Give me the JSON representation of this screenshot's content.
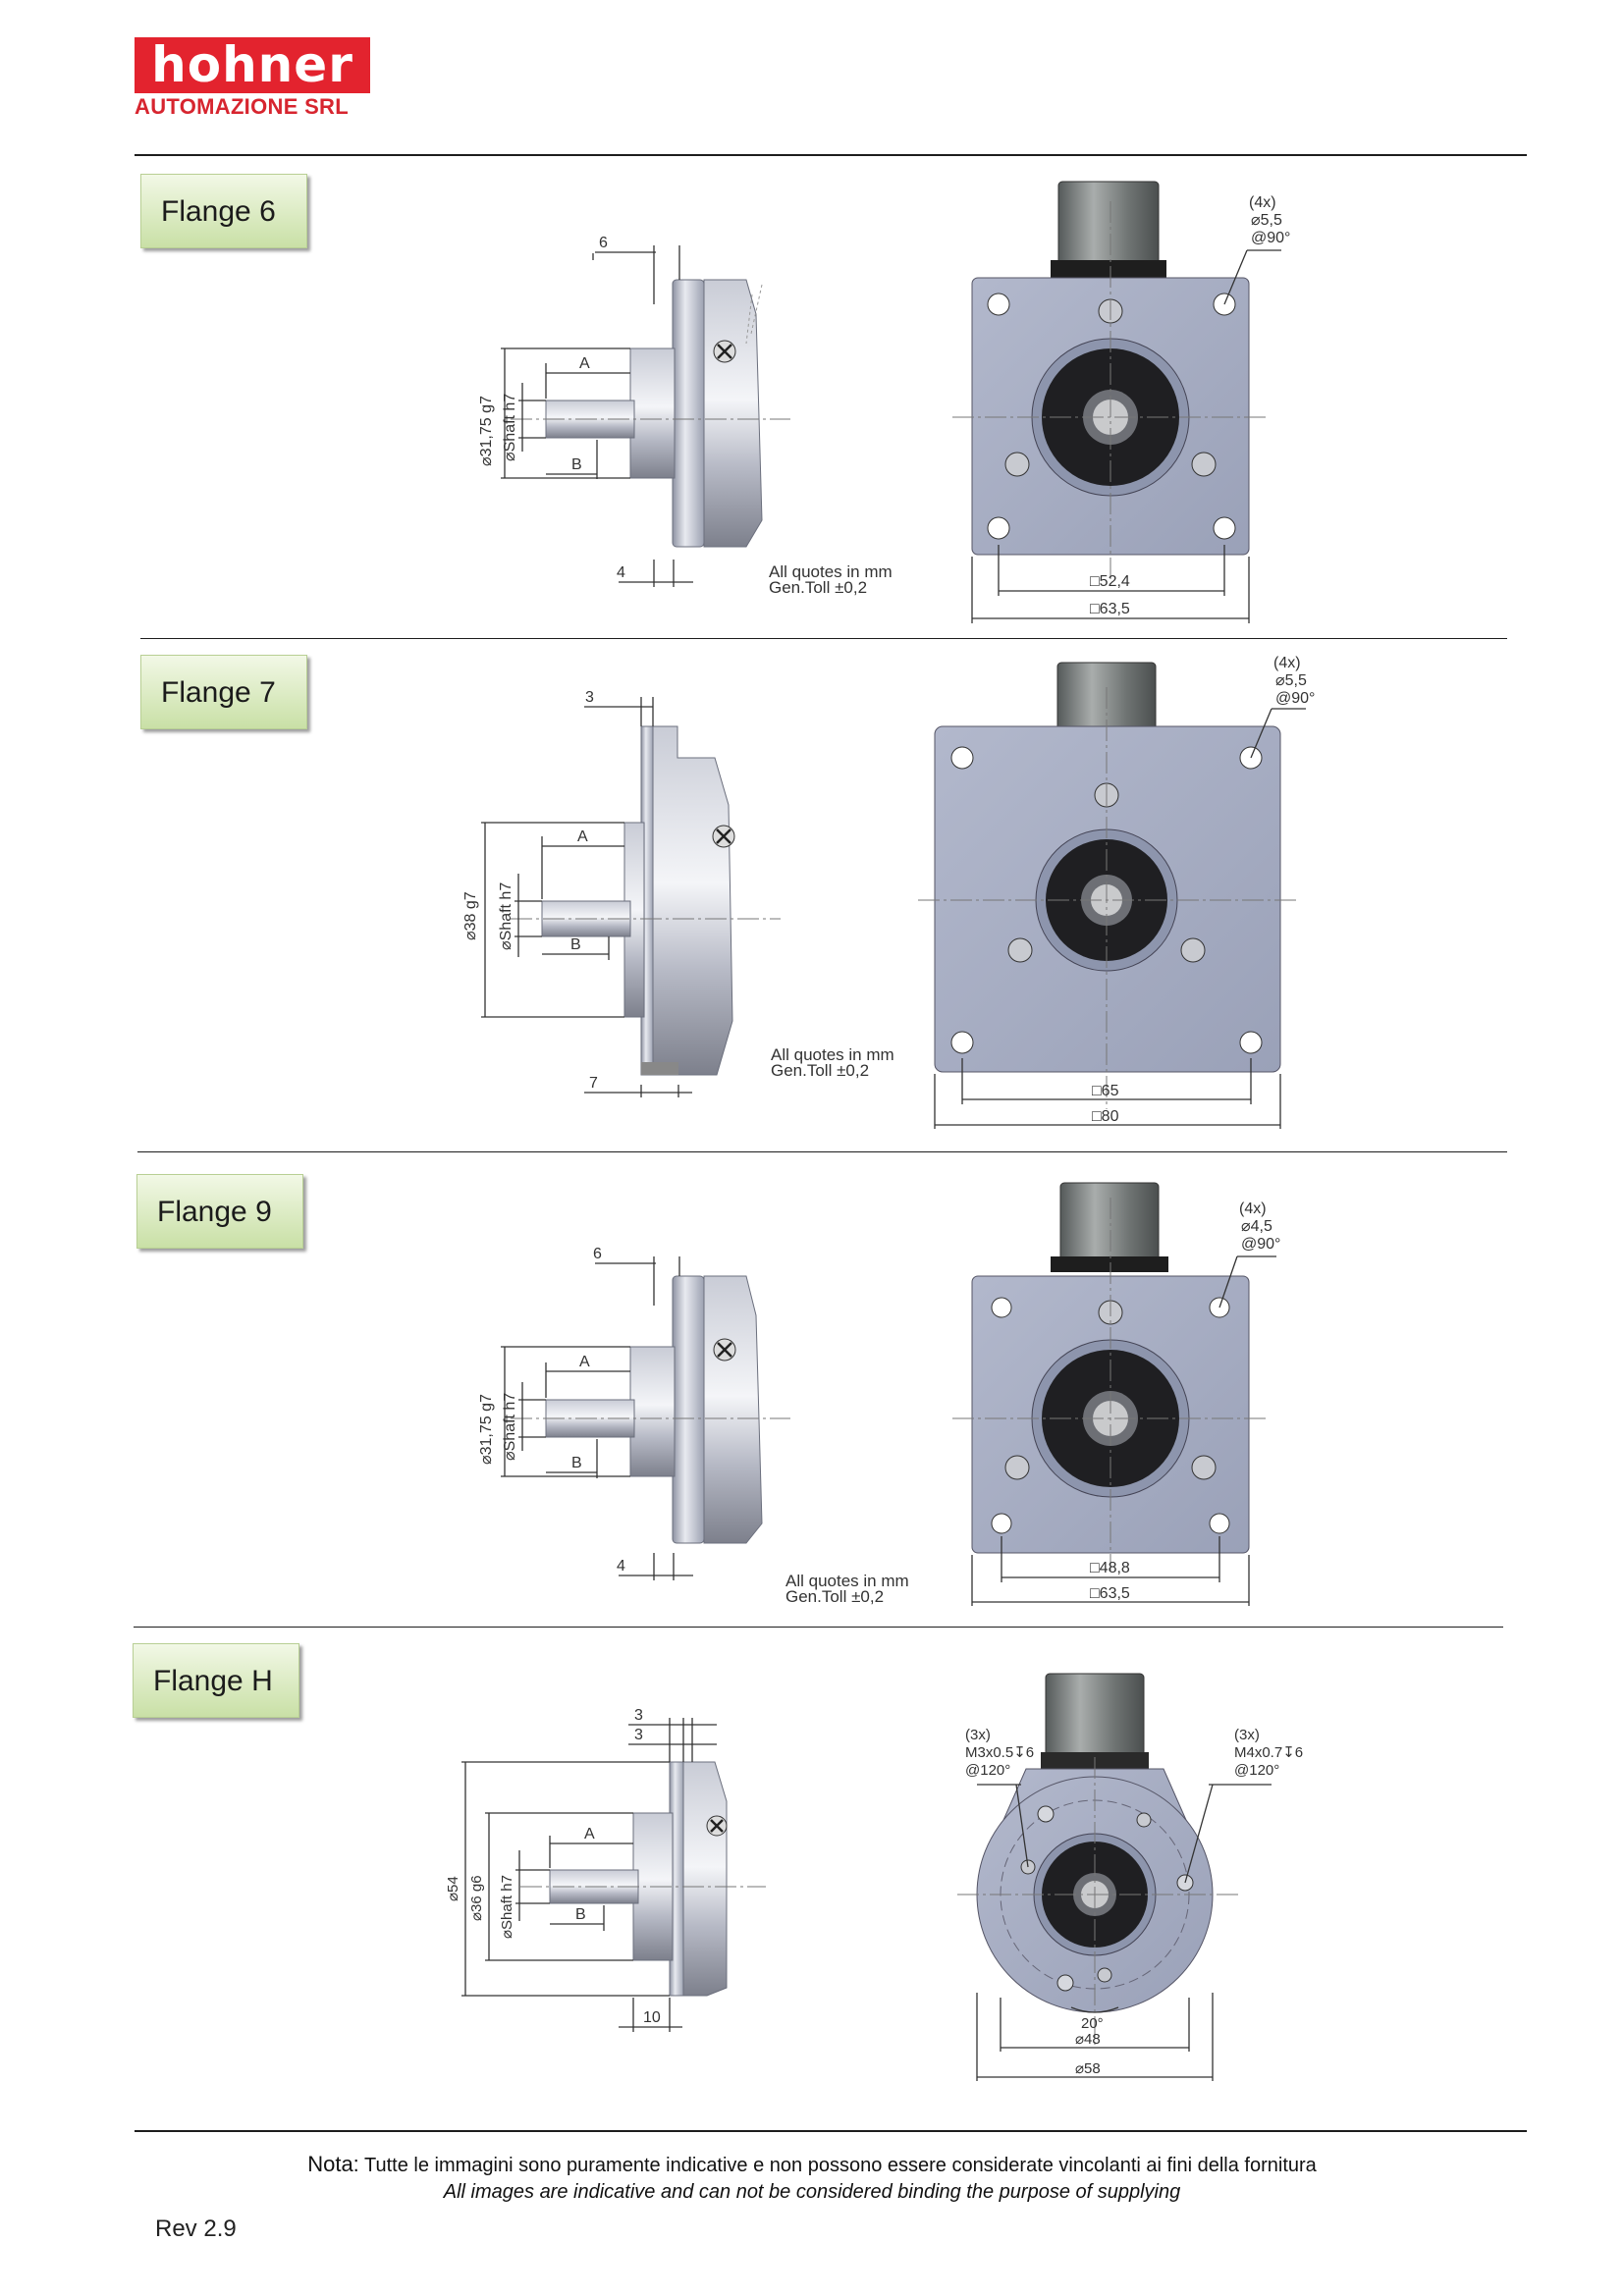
{
  "logo": {
    "word": "hohner",
    "subtitle": "AUTOMAZIONE SRL",
    "brand_color": "#e3232e"
  },
  "flanges": [
    {
      "label": "Flange 6",
      "side": {
        "top_dim": "6",
        "bottom_dim": "4",
        "dia_outer": "⌀31,75 g7",
        "dia_shaft": "⌀Shaft h7",
        "dim_a": "A",
        "dim_b": "B"
      },
      "note": {
        "line1": "All quotes in mm",
        "line2": "Gen.Toll ±0,2"
      },
      "holes": {
        "count": "(4x)",
        "dia": "⌀5,5",
        "angle": "@90°"
      },
      "square_inner": "□52,4",
      "square_outer": "□63,5"
    },
    {
      "label": "Flange 7",
      "side": {
        "top_dim": "3",
        "bottom_dim": "7",
        "dia_outer": "⌀38 g7",
        "dia_shaft": "⌀Shaft h7",
        "dim_a": "A",
        "dim_b": "B"
      },
      "note": {
        "line1": "All quotes in mm",
        "line2": "Gen.Toll ±0,2"
      },
      "holes": {
        "count": "(4x)",
        "dia": "⌀5,5",
        "angle": "@90°"
      },
      "square_inner": "□65",
      "square_outer": "□80"
    },
    {
      "label": "Flange 9",
      "side": {
        "top_dim": "6",
        "bottom_dim": "4",
        "dia_outer": "⌀31,75 g7",
        "dia_shaft": "⌀Shaft h7",
        "dim_a": "A",
        "dim_b": "B"
      },
      "note": {
        "line1": "All quotes in mm",
        "line2": "Gen.Toll ±0,2"
      },
      "holes": {
        "count": "(4x)",
        "dia": "⌀4,5",
        "angle": "@90°"
      },
      "square_inner": "□48,8",
      "square_outer": "□63,5"
    },
    {
      "label": "Flange H",
      "side": {
        "top_dim": "3",
        "top_dim2": "3",
        "bottom_dim": "10",
        "dia_54": "⌀54",
        "dia_36": "⌀36 g6",
        "dia_shaft": "⌀Shaft h7",
        "dim_a": "A",
        "dim_b": "B"
      },
      "left_holes": {
        "count": "(3x)",
        "spec": "M3x0.5↧6",
        "angle": "@120°"
      },
      "right_holes": {
        "count": "(3x)",
        "spec": "M4x0.7↧6",
        "angle": "@120°"
      },
      "angle": "20°",
      "dia_48": "⌀48",
      "dia_58": "⌀58"
    }
  ],
  "footer": {
    "nota_prefix": "Nota:",
    "nota_text": " Tutte le immagini sono puramente indicative e non possono essere considerate vincolanti ai fini della fornitura",
    "english": "All images are indicative and can not be considered binding the purpose of supplying",
    "rev": "Rev 2.9"
  }
}
